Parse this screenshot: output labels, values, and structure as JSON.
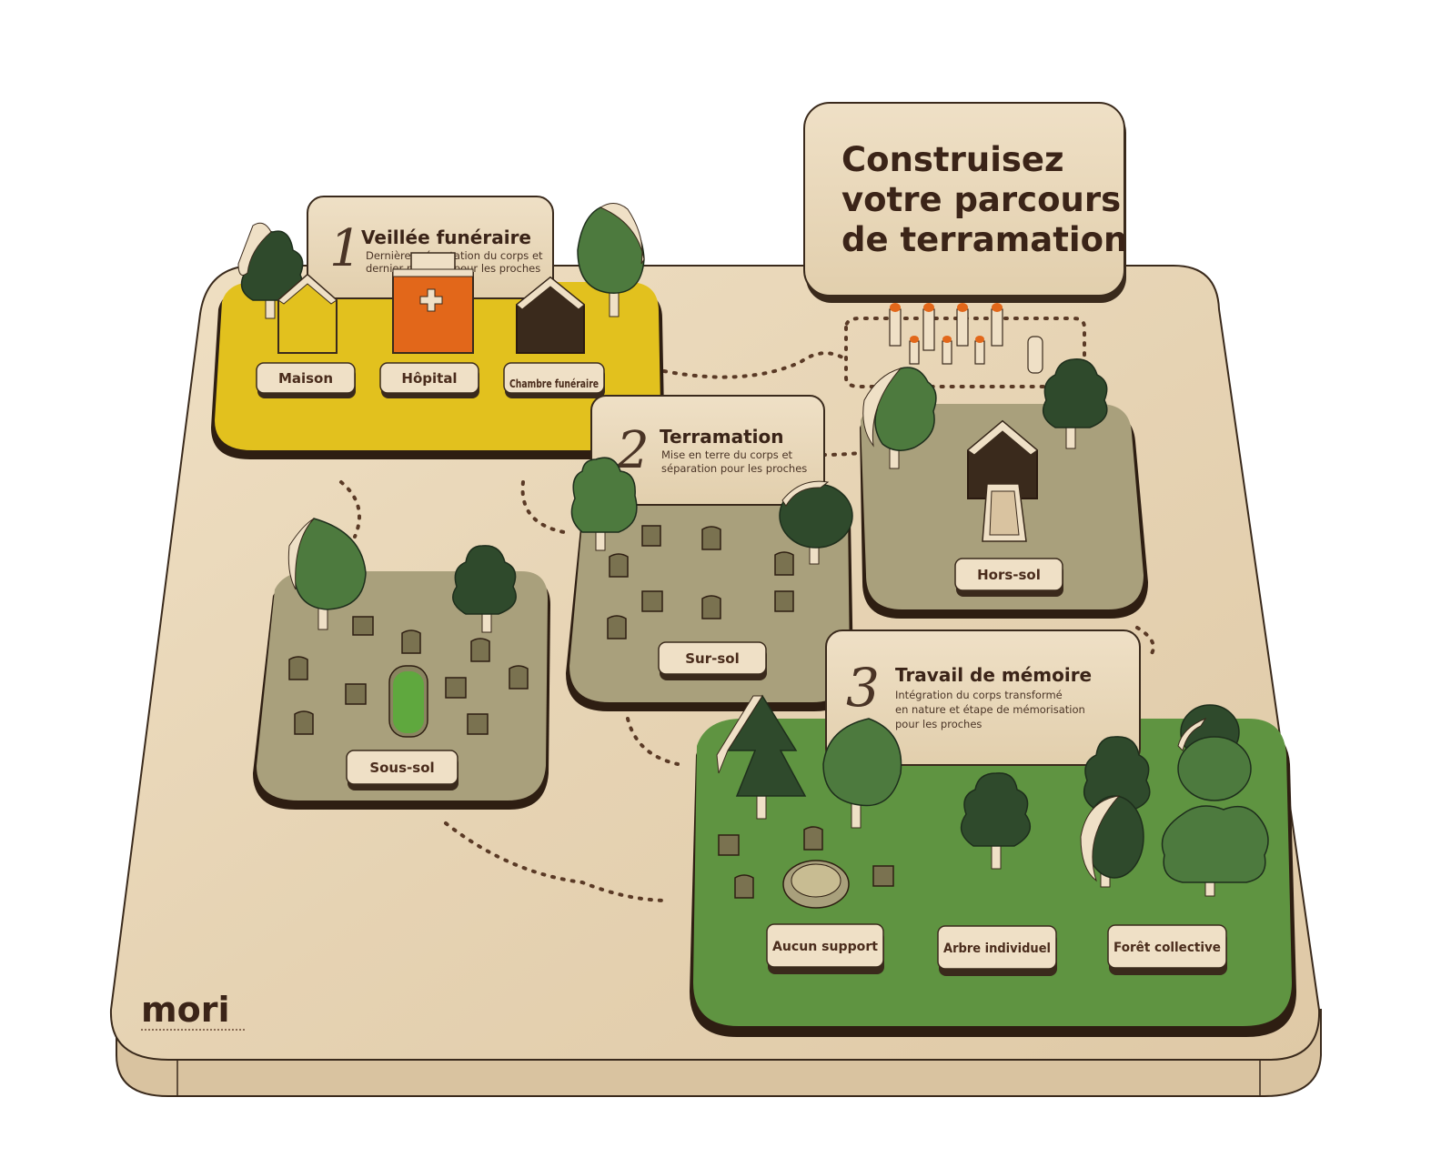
{
  "main_sign": {
    "lines": [
      "Construisez",
      "votre parcours",
      "de terramation"
    ]
  },
  "step1": {
    "number": "1",
    "title": "Veillée funéraire",
    "desc": [
      "Dernière présentation du corps et",
      "dernier moment pour les proches"
    ],
    "options": [
      "Maison",
      "Hôpital",
      "Chambre funéraire"
    ]
  },
  "step2": {
    "number": "2",
    "title": "Terramation",
    "desc": [
      "Mise en terre du corps et",
      "séparation pour les proches"
    ],
    "options": [
      "Sous-sol",
      "Sur-sol",
      "Hors-sol"
    ]
  },
  "step3": {
    "number": "3",
    "title": "Travail de mémoire",
    "desc": [
      "Intégration du corps transformé",
      "en nature et étape de mémorisation",
      "pour les proches"
    ],
    "options": [
      "Aucun support",
      "Arbre individuel",
      "Forêt collective"
    ]
  },
  "logo": {
    "text": "mori"
  },
  "colors": {
    "board": "#e8d6b8",
    "yellow": "#e2c11e",
    "taupe": "#a9a07c",
    "green": "#5f9441",
    "tree_dark": "#2f4a2c",
    "tree_mid": "#4d7a3e",
    "hospital": "#e2671a",
    "chamber": "#3a2a1c",
    "text": "#3b2418"
  }
}
